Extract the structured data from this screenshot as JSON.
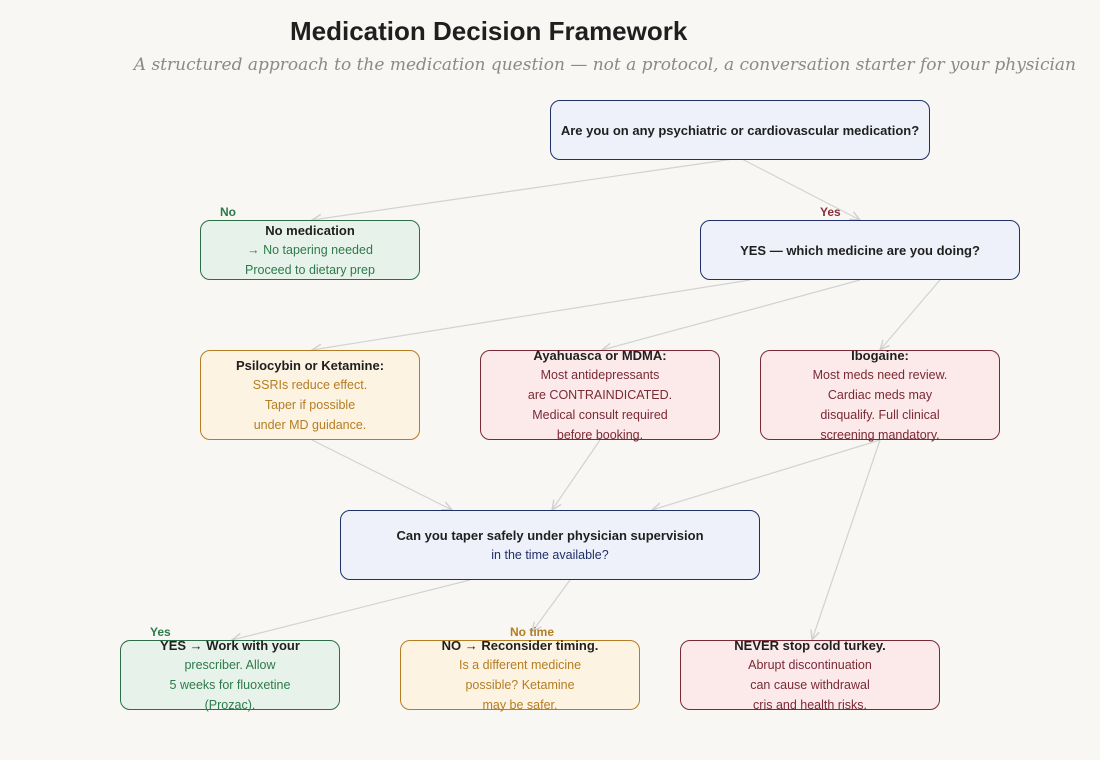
{
  "title": "Medication Decision Framework",
  "subtitle": "A structured approach to the medication question — not a protocol, a conversation starter for your physician",
  "nodes": {
    "q1": {
      "head": "Are you on any psychiatric or cardiovascular medication?",
      "lines": []
    },
    "no_med": {
      "head": "No medication",
      "lines": [
        "→ No tapering needed",
        "Proceed to dietary prep"
      ]
    },
    "yes_which": {
      "head": "YES — which medicine are you doing?",
      "lines": []
    },
    "psilo": {
      "head": "Psilocybin or Ketamine:",
      "lines": [
        "SSRIs reduce effect.",
        "Taper if possible",
        "under MD guidance."
      ]
    },
    "aya": {
      "head": "Ayahuasca or MDMA:",
      "lines": [
        "Most antidepressants",
        "are CONTRAINDICATED.",
        "Medical consult required",
        "before booking."
      ]
    },
    "ibo": {
      "head": "Ibogaine:",
      "lines": [
        "Most meds need review.",
        "Cardiac meds may",
        "disqualify. Full clinical",
        "screening mandatory."
      ]
    },
    "taper": {
      "head": "Can you taper safely under physician supervision",
      "lines": [
        "in the time available?"
      ]
    },
    "yes_work": {
      "head": "YES → Work with your",
      "lines": [
        "prescriber. Allow",
        "5 weeks for fluoxetine",
        "(Prozac)."
      ]
    },
    "no_recon": {
      "head": "NO → Reconsider timing.",
      "lines": [
        "Is a different medicine",
        "possible? Ketamine",
        "may be safer."
      ]
    },
    "never": {
      "head": "NEVER stop cold turkey.",
      "lines": [
        "Abrupt discontinuation",
        "can cause withdrawal",
        "cris and health risks."
      ]
    }
  },
  "edge_labels": {
    "no": "No",
    "yes": "Yes",
    "yes2": "Yes",
    "no_time": "No time"
  },
  "colors": {
    "blue": "#1f3068",
    "green": "#2d6e46",
    "orange": "#b57d22",
    "red": "#7a2a35",
    "edge": "#cfcfcf"
  }
}
